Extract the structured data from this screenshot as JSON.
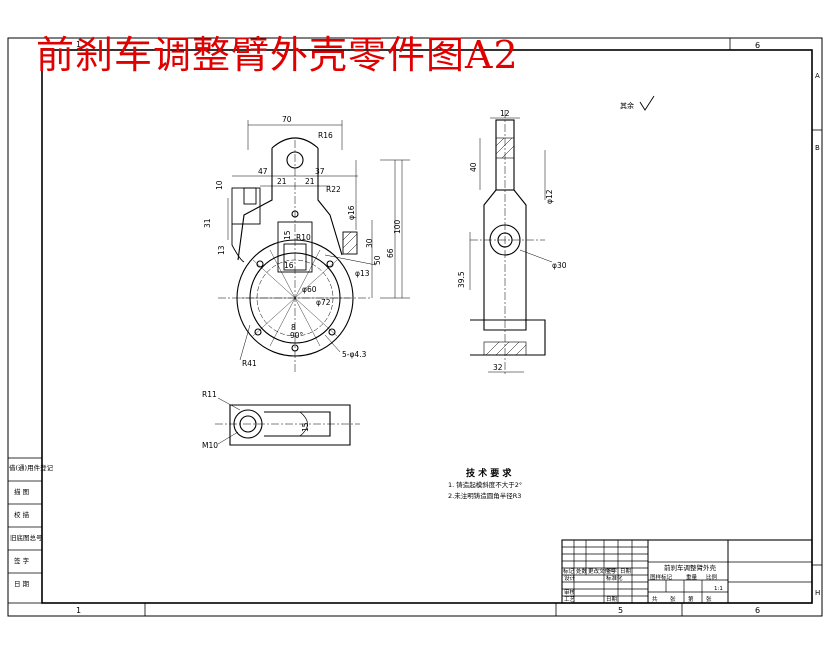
{
  "title": "前刹车调整臂外壳零件图A2",
  "border": {
    "top_left": "1",
    "top_right": "6",
    "bottom_left": "1",
    "bottom_mid": "5",
    "bottom_right": "6",
    "rows": [
      "A",
      "B",
      "H"
    ]
  },
  "roughness_mark": "其余",
  "front_view": {
    "dims": {
      "d70": "70",
      "r16": "R16",
      "d47": "47",
      "d37": "37",
      "d21a": "21",
      "d21b": "21",
      "r22": "R22",
      "d31": "31",
      "d10": "10",
      "d13": "13",
      "d15": "15",
      "r10": "R10",
      "d16": "16",
      "d30": "30",
      "d50": "50",
      "d66": "66",
      "d100": "100",
      "phi13": "φ13",
      "phi16": "φ16",
      "phi60": "φ60",
      "phi72": "φ72",
      "d8": "8",
      "r41": "R41",
      "holes": "5-φ4.3",
      "ang": "90°"
    }
  },
  "side_view": {
    "dims": {
      "d12": "12",
      "d40": "40",
      "phi12": "φ12",
      "phi30": "φ30",
      "d395": "39.5",
      "d32": "32"
    }
  },
  "bottom_view": {
    "dims": {
      "r11": "R11",
      "m10": "M10",
      "d15": "15"
    }
  },
  "tech_req": {
    "title": "技 术 要 求",
    "items": [
      "1. 铸造起模斜度不大于2°",
      "2.未注明铸造圆角半径R3"
    ]
  },
  "left_strip": [
    "借(通)用件登记",
    "描 图",
    "校 描",
    "旧底图总号",
    "签 字",
    "日 期"
  ],
  "title_block": {
    "part_name": "前刹车调整臂外壳",
    "cells": [
      "标记",
      "处数",
      "更改文件号",
      "签字",
      "日期",
      "设计",
      "标准化",
      "图样标记",
      "重量",
      "比例",
      "审核",
      "工艺",
      "日期",
      "共",
      "张",
      "第",
      "张",
      "1:1"
    ]
  }
}
